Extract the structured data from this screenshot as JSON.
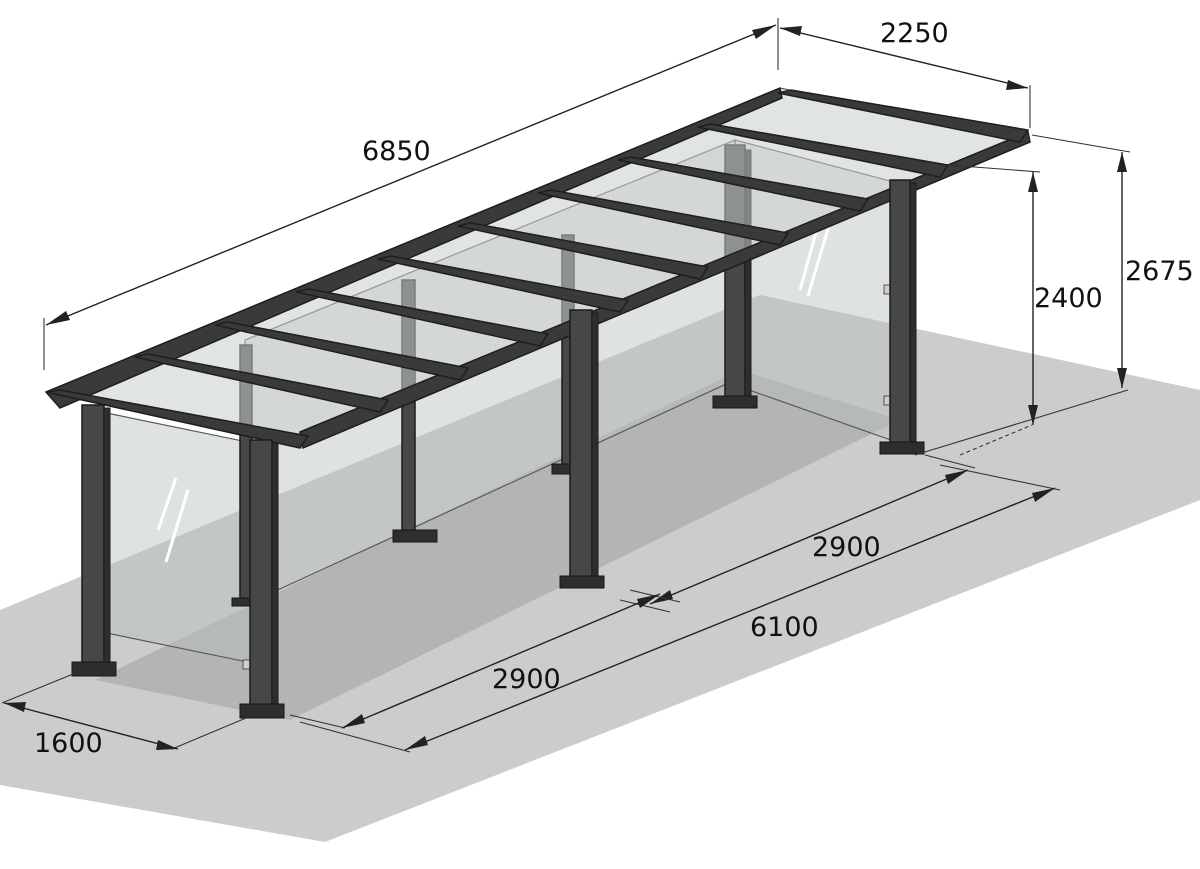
{
  "colors": {
    "floor": "#cccccc",
    "floor_shadow": "#b4b4b4",
    "frame": "#3a3a3a",
    "glass": "#b9bec0",
    "dimension": "#222222"
  },
  "dimensions": {
    "total_length": "6850",
    "depth_top": "2250",
    "overall_height": "2675",
    "clear_height": "2400",
    "bay_span_front": "2900",
    "bay_span_rear": "2900",
    "post_spacing_total": "6100",
    "post_depth": "1600"
  }
}
